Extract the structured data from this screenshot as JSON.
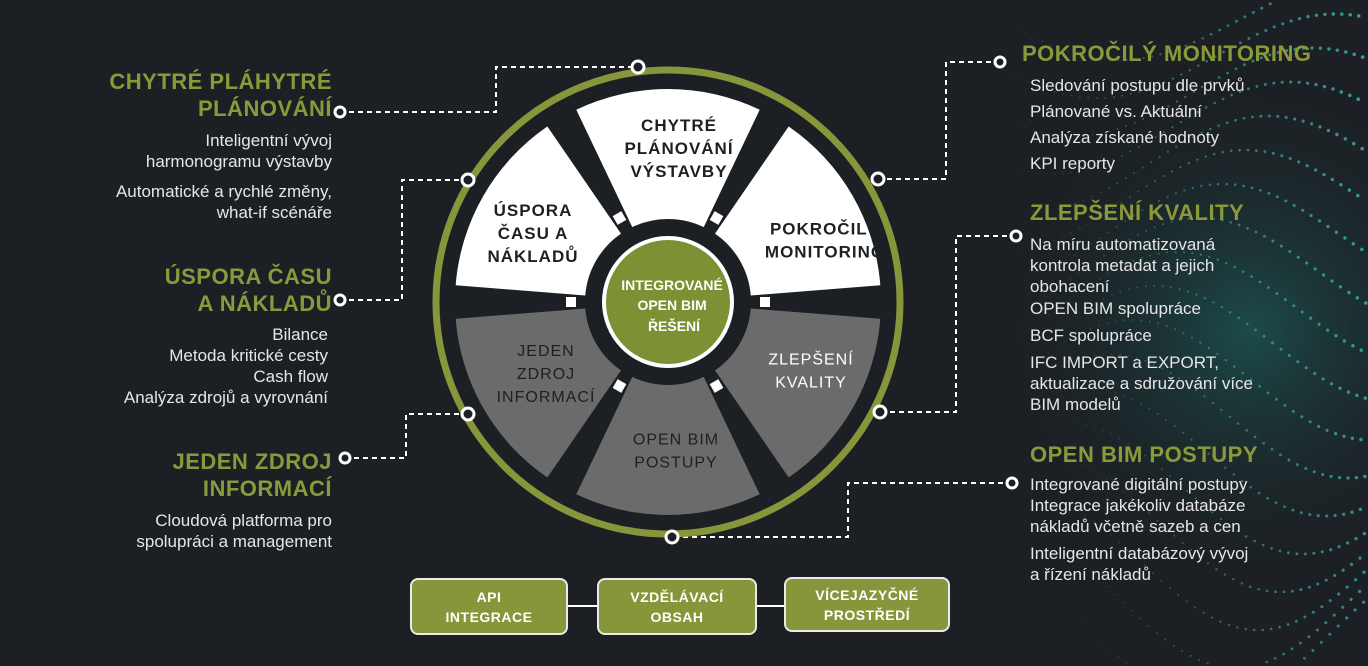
{
  "wheel": {
    "center_lines": [
      "INTEGROVANÉ",
      "OPEN BIM",
      "ŘEŠENÍ"
    ],
    "segments": [
      {
        "lines": [
          "CHYTRÉ",
          "PLÁNOVÁNÍ",
          "VÝSTAVBY"
        ]
      },
      {
        "lines": [
          "POKROČILÝ",
          "MONITORING"
        ]
      },
      {
        "lines": [
          "ZLEPŠENÍ",
          "KVALITY"
        ]
      },
      {
        "lines": [
          "OPEN BIM",
          "POSTUPY"
        ]
      },
      {
        "lines": [
          "JEDEN",
          "ZDROJ",
          "INFORMACÍ"
        ]
      },
      {
        "lines": [
          "ÚSPORA",
          "ČASU A",
          "NÁKLADŮ"
        ]
      }
    ]
  },
  "left": [
    {
      "title_lines": [
        "CHYTRÉ PLÁHYTRÉ",
        "PLÁNOVÁNÍ"
      ],
      "items": [
        "Inteligentní vývoj",
        "harmonogramu výstavby",
        "Automatické a rychlé změny,",
        "what-if  scénáře"
      ]
    },
    {
      "title_lines": [
        "ÚSPORA ČASU",
        "A NÁKLADŮ"
      ],
      "items": [
        "Bilance",
        "Metoda kritické cesty",
        "Cash flow",
        "Analýza zdrojů a vyrovnání"
      ]
    },
    {
      "title_lines": [
        "JEDEN ZDROJ",
        "INFORMACÍ"
      ],
      "items": [
        "Cloudová platforma pro",
        "spolupráci a management"
      ]
    }
  ],
  "right": [
    {
      "title": "POKROČILÝ MONITORING",
      "items": [
        "Sledování postupu dle prvků",
        "Plánované vs. Aktuální",
        "Analýza získané hodnoty",
        "KPI reporty"
      ]
    },
    {
      "title": "ZLEPŠENÍ KVALITY",
      "items": [
        "Na míru automatizovaná",
        "kontrola metadat a jejich",
        "obohacení",
        "OPEN BIM spolupráce",
        "BCF spolupráce",
        "IFC IMPORT a EXPORT,",
        "aktualizace a sdružování více",
        "BIM modelů"
      ]
    },
    {
      "title": "OPEN BIM POSTUPY",
      "items": [
        "Integrované digitální postupy",
        "Integrace jakékoliv databáze",
        "nákladů včetně sazeb a cen",
        "Inteligentní databázový vývoj",
        "a řízení nákladů"
      ]
    }
  ],
  "buttons": [
    {
      "lines": [
        "API",
        "INTEGRACE"
      ]
    },
    {
      "lines": [
        "VZDĚLÁVACÍ",
        "OBSAH"
      ]
    },
    {
      "lines": [
        "VÍCEJAZYČNÉ",
        "PROSTŘEDÍ"
      ]
    }
  ],
  "colors": {
    "background": "#1c2024",
    "accent": "#87963b",
    "title": "#8a9a3a",
    "grey_segment": "#6b6b6b",
    "light_segment": "#ffffff"
  }
}
